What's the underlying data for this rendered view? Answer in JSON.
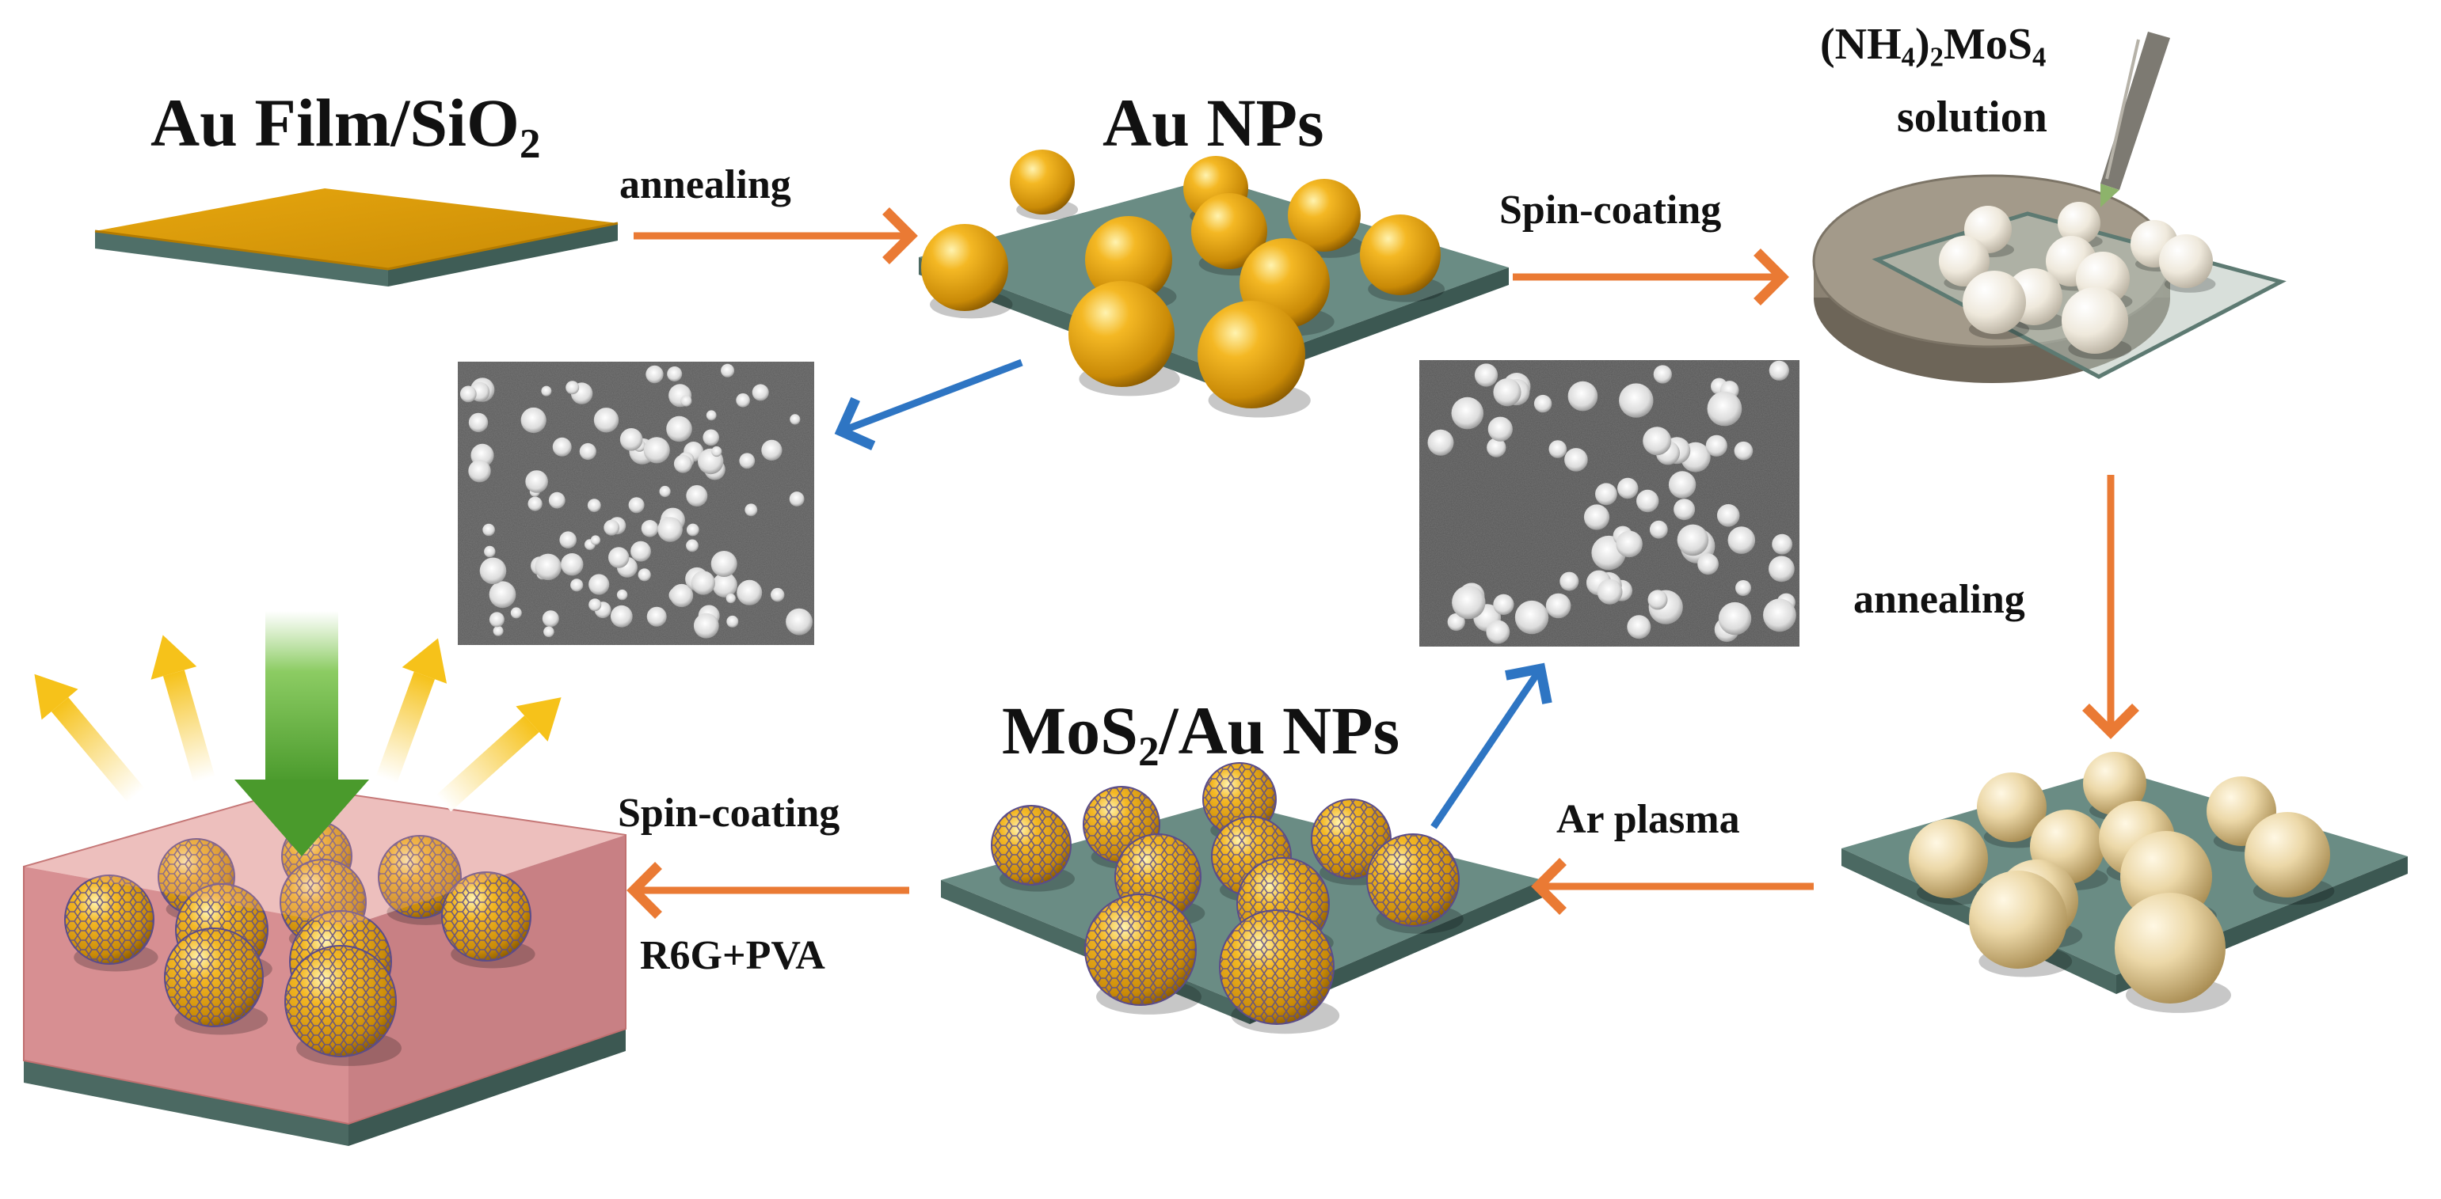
{
  "labels": {
    "au_film": {
      "main": "Au Film/SiO",
      "sub": "2"
    },
    "au_nps": "Au NPs",
    "mos2_au": {
      "pre": "MoS",
      "sub": "2",
      "post": "/Au NPs"
    },
    "precursor": {
      "p1": "(NH",
      "s1": "4",
      "p2": ")",
      "s2": "2",
      "p3": "MoS",
      "s3": "4"
    },
    "solution": "solution"
  },
  "steps": {
    "annealing_1": "annealing",
    "spin_coating_1": "Spin-coating",
    "annealing_2": "annealing",
    "ar_plasma": "Ar plasma",
    "spin_coating_2": "Spin-coating",
    "r6g_pva": "R6G+PVA"
  },
  "colors": {
    "process_arrow": "#ea7a34",
    "sem_arrow": "#2e75c3",
    "gold": "#e0a010",
    "substrate": "#5f7f78",
    "laser": "#5aa838",
    "emission": "#f6c21a",
    "pva_film": "#d98080",
    "mos2_lattice": "#5a4c8a"
  },
  "icons": [
    "pipette-icon",
    "laser-arrow-icon",
    "scattered-light-icon"
  ]
}
